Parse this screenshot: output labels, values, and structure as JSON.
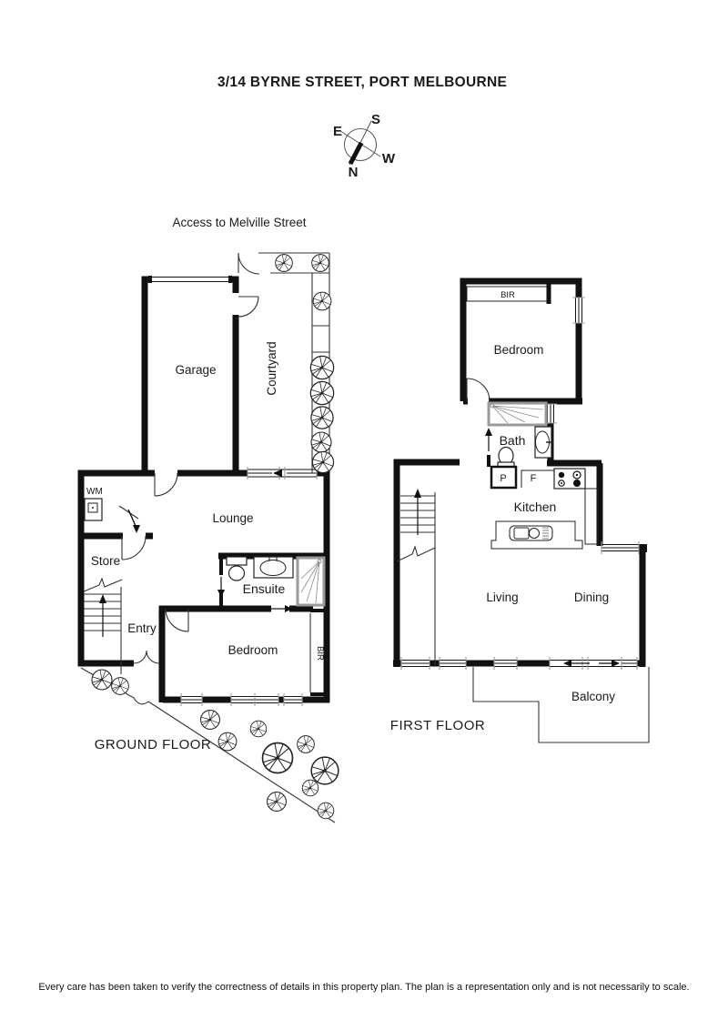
{
  "document": {
    "title": "3/14 BYRNE STREET, PORT MELBOURNE",
    "disclaimer": "Every care has been taken to verify the correctness of details in this property plan. The plan is a representation only and is not necessarily to scale."
  },
  "compass": {
    "north": "N",
    "south": "S",
    "east": "E",
    "west": "W"
  },
  "site": {
    "access_label": "Access to Melville Street"
  },
  "ground_floor": {
    "label": "GROUND FLOOR",
    "rooms": {
      "garage": "Garage",
      "courtyard": "Courtyard",
      "lounge": "Lounge",
      "store": "Store",
      "entry": "Entry",
      "ensuite": "Ensuite",
      "bedroom": "Bedroom"
    },
    "fixtures": {
      "washing_machine": "WM",
      "built_in_robe": "BIR"
    }
  },
  "first_floor": {
    "label": "FIRST FLOOR",
    "rooms": {
      "bedroom": "Bedroom",
      "bath": "Bath",
      "kitchen": "Kitchen",
      "living": "Living",
      "dining": "Dining",
      "balcony": "Balcony"
    },
    "fixtures": {
      "built_in_robe": "BIR",
      "pantry": "P",
      "fridge": "F"
    }
  },
  "colors": {
    "wall": "#111111",
    "text": "#1a1a1a",
    "window_tick": "#999999"
  }
}
